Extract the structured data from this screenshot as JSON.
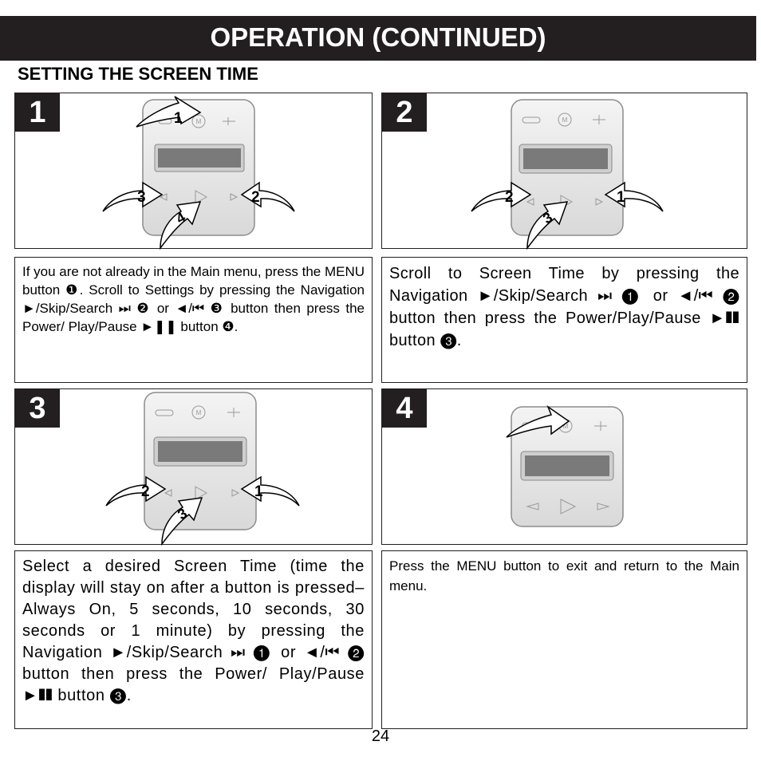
{
  "header": {
    "title": "OPERATION (CONTINUED)"
  },
  "section_title": "SETTING THE SCREEN TIME",
  "steps": [
    {
      "number": "1",
      "callouts": [
        "1",
        "2",
        "3",
        "4"
      ],
      "text": "If you are not already in the Main menu, press the MENU button ❶. Scroll to Settings by pressing the Navigation ►/Skip/Search ⏭ ❷ or ◄/⏮ ❸ button then press the Power/ Play/Pause ►❚❚ button ❹."
    },
    {
      "number": "2",
      "callouts": [
        "1",
        "2",
        "3"
      ],
      "text": "Scroll to Screen Time by pressing the Navigation ►/Skip/Search ⏭ ❶ or ◄/⏮ ❷ button then press the Power/Play/Pause ►❚❚ button ❸."
    },
    {
      "number": "3",
      "callouts": [
        "1",
        "2",
        "3"
      ],
      "text": "Select a desired Screen Time (time the display will stay on after a button is pressed–Always On, 5 seconds, 10 seconds, 30 seconds or 1 minute) by pressing the Navigation ►/Skip/Search ⏭ ❶ or ◄/⏮ ❷ button then press the Power/ Play/Pause ►❚❚ button ❸."
    },
    {
      "number": "4",
      "callouts": [],
      "text": "Press the MENU button to exit and return to the Main menu."
    }
  ],
  "device": {
    "menu_label": "M"
  },
  "page_number": "24"
}
